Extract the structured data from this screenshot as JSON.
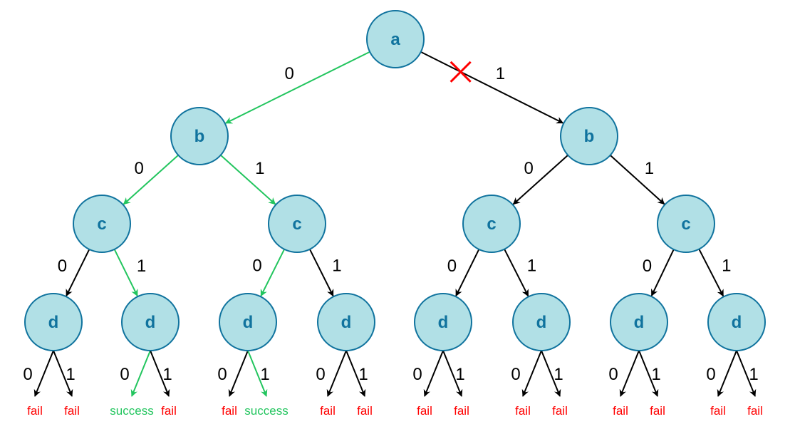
{
  "colors": {
    "node_fill": "#b1e0e6",
    "node_stroke": "#10739e",
    "node_text": "#10739e",
    "edge_default": "#000000",
    "edge_success": "#22c55e",
    "fail_text": "#ff0000",
    "success_text": "#22c55e",
    "cut_mark": "#ff0000"
  },
  "nodes": [
    {
      "id": "a",
      "label": "a"
    },
    {
      "id": "bL",
      "label": "b"
    },
    {
      "id": "bR",
      "label": "b"
    },
    {
      "id": "c1",
      "label": "c"
    },
    {
      "id": "c2",
      "label": "c"
    },
    {
      "id": "c3",
      "label": "c"
    },
    {
      "id": "c4",
      "label": "c"
    },
    {
      "id": "d1",
      "label": "d"
    },
    {
      "id": "d2",
      "label": "d"
    },
    {
      "id": "d3",
      "label": "d"
    },
    {
      "id": "d4",
      "label": "d"
    },
    {
      "id": "d5",
      "label": "d"
    },
    {
      "id": "d6",
      "label": "d"
    },
    {
      "id": "d7",
      "label": "d"
    },
    {
      "id": "d8",
      "label": "d"
    }
  ],
  "edges": [
    {
      "from": "a",
      "to": "bL",
      "label": "0",
      "highlight": true
    },
    {
      "from": "a",
      "to": "bR",
      "label": "1",
      "highlight": false,
      "cut": true
    },
    {
      "from": "bL",
      "to": "c1",
      "label": "0",
      "highlight": true
    },
    {
      "from": "bL",
      "to": "c2",
      "label": "1",
      "highlight": true
    },
    {
      "from": "bR",
      "to": "c3",
      "label": "0",
      "highlight": false
    },
    {
      "from": "bR",
      "to": "c4",
      "label": "1",
      "highlight": false
    },
    {
      "from": "c1",
      "to": "d1",
      "label": "0",
      "highlight": false
    },
    {
      "from": "c1",
      "to": "d2",
      "label": "1",
      "highlight": true
    },
    {
      "from": "c2",
      "to": "d3",
      "label": "0",
      "highlight": true
    },
    {
      "from": "c2",
      "to": "d4",
      "label": "1",
      "highlight": false
    },
    {
      "from": "c3",
      "to": "d5",
      "label": "0",
      "highlight": false
    },
    {
      "from": "c3",
      "to": "d6",
      "label": "1",
      "highlight": false
    },
    {
      "from": "c4",
      "to": "d7",
      "label": "0",
      "highlight": false
    },
    {
      "from": "c4",
      "to": "d8",
      "label": "1",
      "highlight": false
    }
  ],
  "leaves": [
    {
      "parent": "d1",
      "bit": "0",
      "outcome": "fail",
      "status": "fail"
    },
    {
      "parent": "d1",
      "bit": "1",
      "outcome": "fail",
      "status": "fail"
    },
    {
      "parent": "d2",
      "bit": "0",
      "outcome": "success",
      "status": "success"
    },
    {
      "parent": "d2",
      "bit": "1",
      "outcome": "fail",
      "status": "fail"
    },
    {
      "parent": "d3",
      "bit": "0",
      "outcome": "fail",
      "status": "fail"
    },
    {
      "parent": "d3",
      "bit": "1",
      "outcome": "success",
      "status": "success"
    },
    {
      "parent": "d4",
      "bit": "0",
      "outcome": "fail",
      "status": "fail"
    },
    {
      "parent": "d4",
      "bit": "1",
      "outcome": "fail",
      "status": "fail"
    },
    {
      "parent": "d5",
      "bit": "0",
      "outcome": "fail",
      "status": "fail"
    },
    {
      "parent": "d5",
      "bit": "1",
      "outcome": "fail",
      "status": "fail"
    },
    {
      "parent": "d6",
      "bit": "0",
      "outcome": "fail",
      "status": "fail"
    },
    {
      "parent": "d6",
      "bit": "1",
      "outcome": "fail",
      "status": "fail"
    },
    {
      "parent": "d7",
      "bit": "0",
      "outcome": "fail",
      "status": "fail"
    },
    {
      "parent": "d7",
      "bit": "1",
      "outcome": "fail",
      "status": "fail"
    },
    {
      "parent": "d8",
      "bit": "0",
      "outcome": "fail",
      "status": "fail"
    },
    {
      "parent": "d8",
      "bit": "1",
      "outcome": "fail",
      "status": "fail"
    }
  ]
}
